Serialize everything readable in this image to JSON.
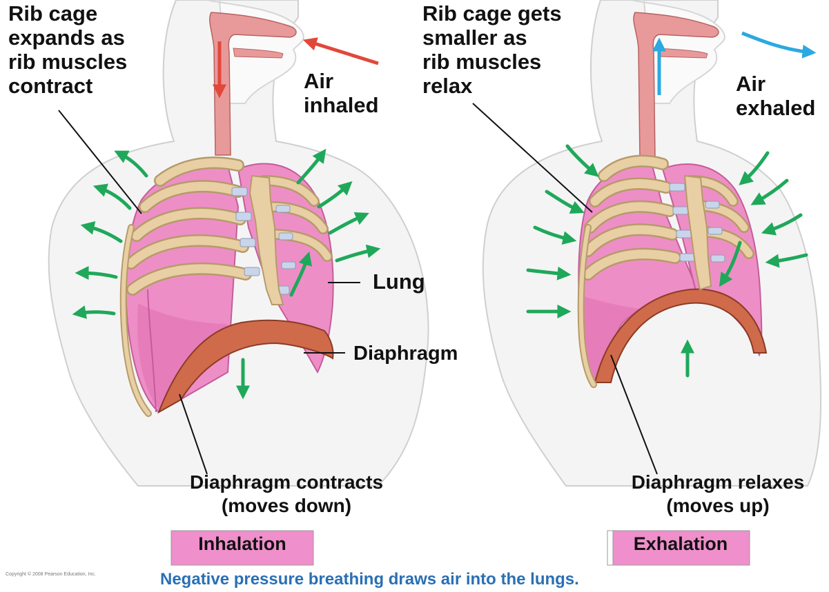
{
  "inhalation": {
    "rib_label": [
      "Rib cage",
      "expands as",
      "rib muscles",
      "contract"
    ],
    "air_label": [
      "Air",
      "inhaled"
    ],
    "lung_label": "Lung",
    "diaphragm_label": "Diaphragm",
    "bottom_label": [
      "Diaphragm contracts",
      "(moves down)"
    ],
    "title": "Inhalation"
  },
  "exhalation": {
    "rib_label": [
      "Rib cage gets",
      "smaller as",
      "rib muscles",
      "relax"
    ],
    "air_label": [
      "Air",
      "exhaled"
    ],
    "bottom_label": [
      "Diaphragm relaxes",
      "(moves up)"
    ],
    "title": "Exhalation"
  },
  "caption": "Negative pressure breathing draws air into the lungs.",
  "copyright": "Copyright © 2008 Pearson Education, Inc.",
  "colors": {
    "lung": "#ee8ec6",
    "lung_dark": "#e070b0",
    "rib": "#e8cfa4",
    "rib_stroke": "#b69a6a",
    "cartilage": "#c9d5ea",
    "diaphragm": "#cf6a4a",
    "trachea": "#e89a9a",
    "movement_arrow": "#1fa85a",
    "inhale_arrow": "#e2483a",
    "exhale_arrow": "#2ba9e0",
    "caption": "#2a6fb4",
    "title_box": "#ef8fcb"
  }
}
